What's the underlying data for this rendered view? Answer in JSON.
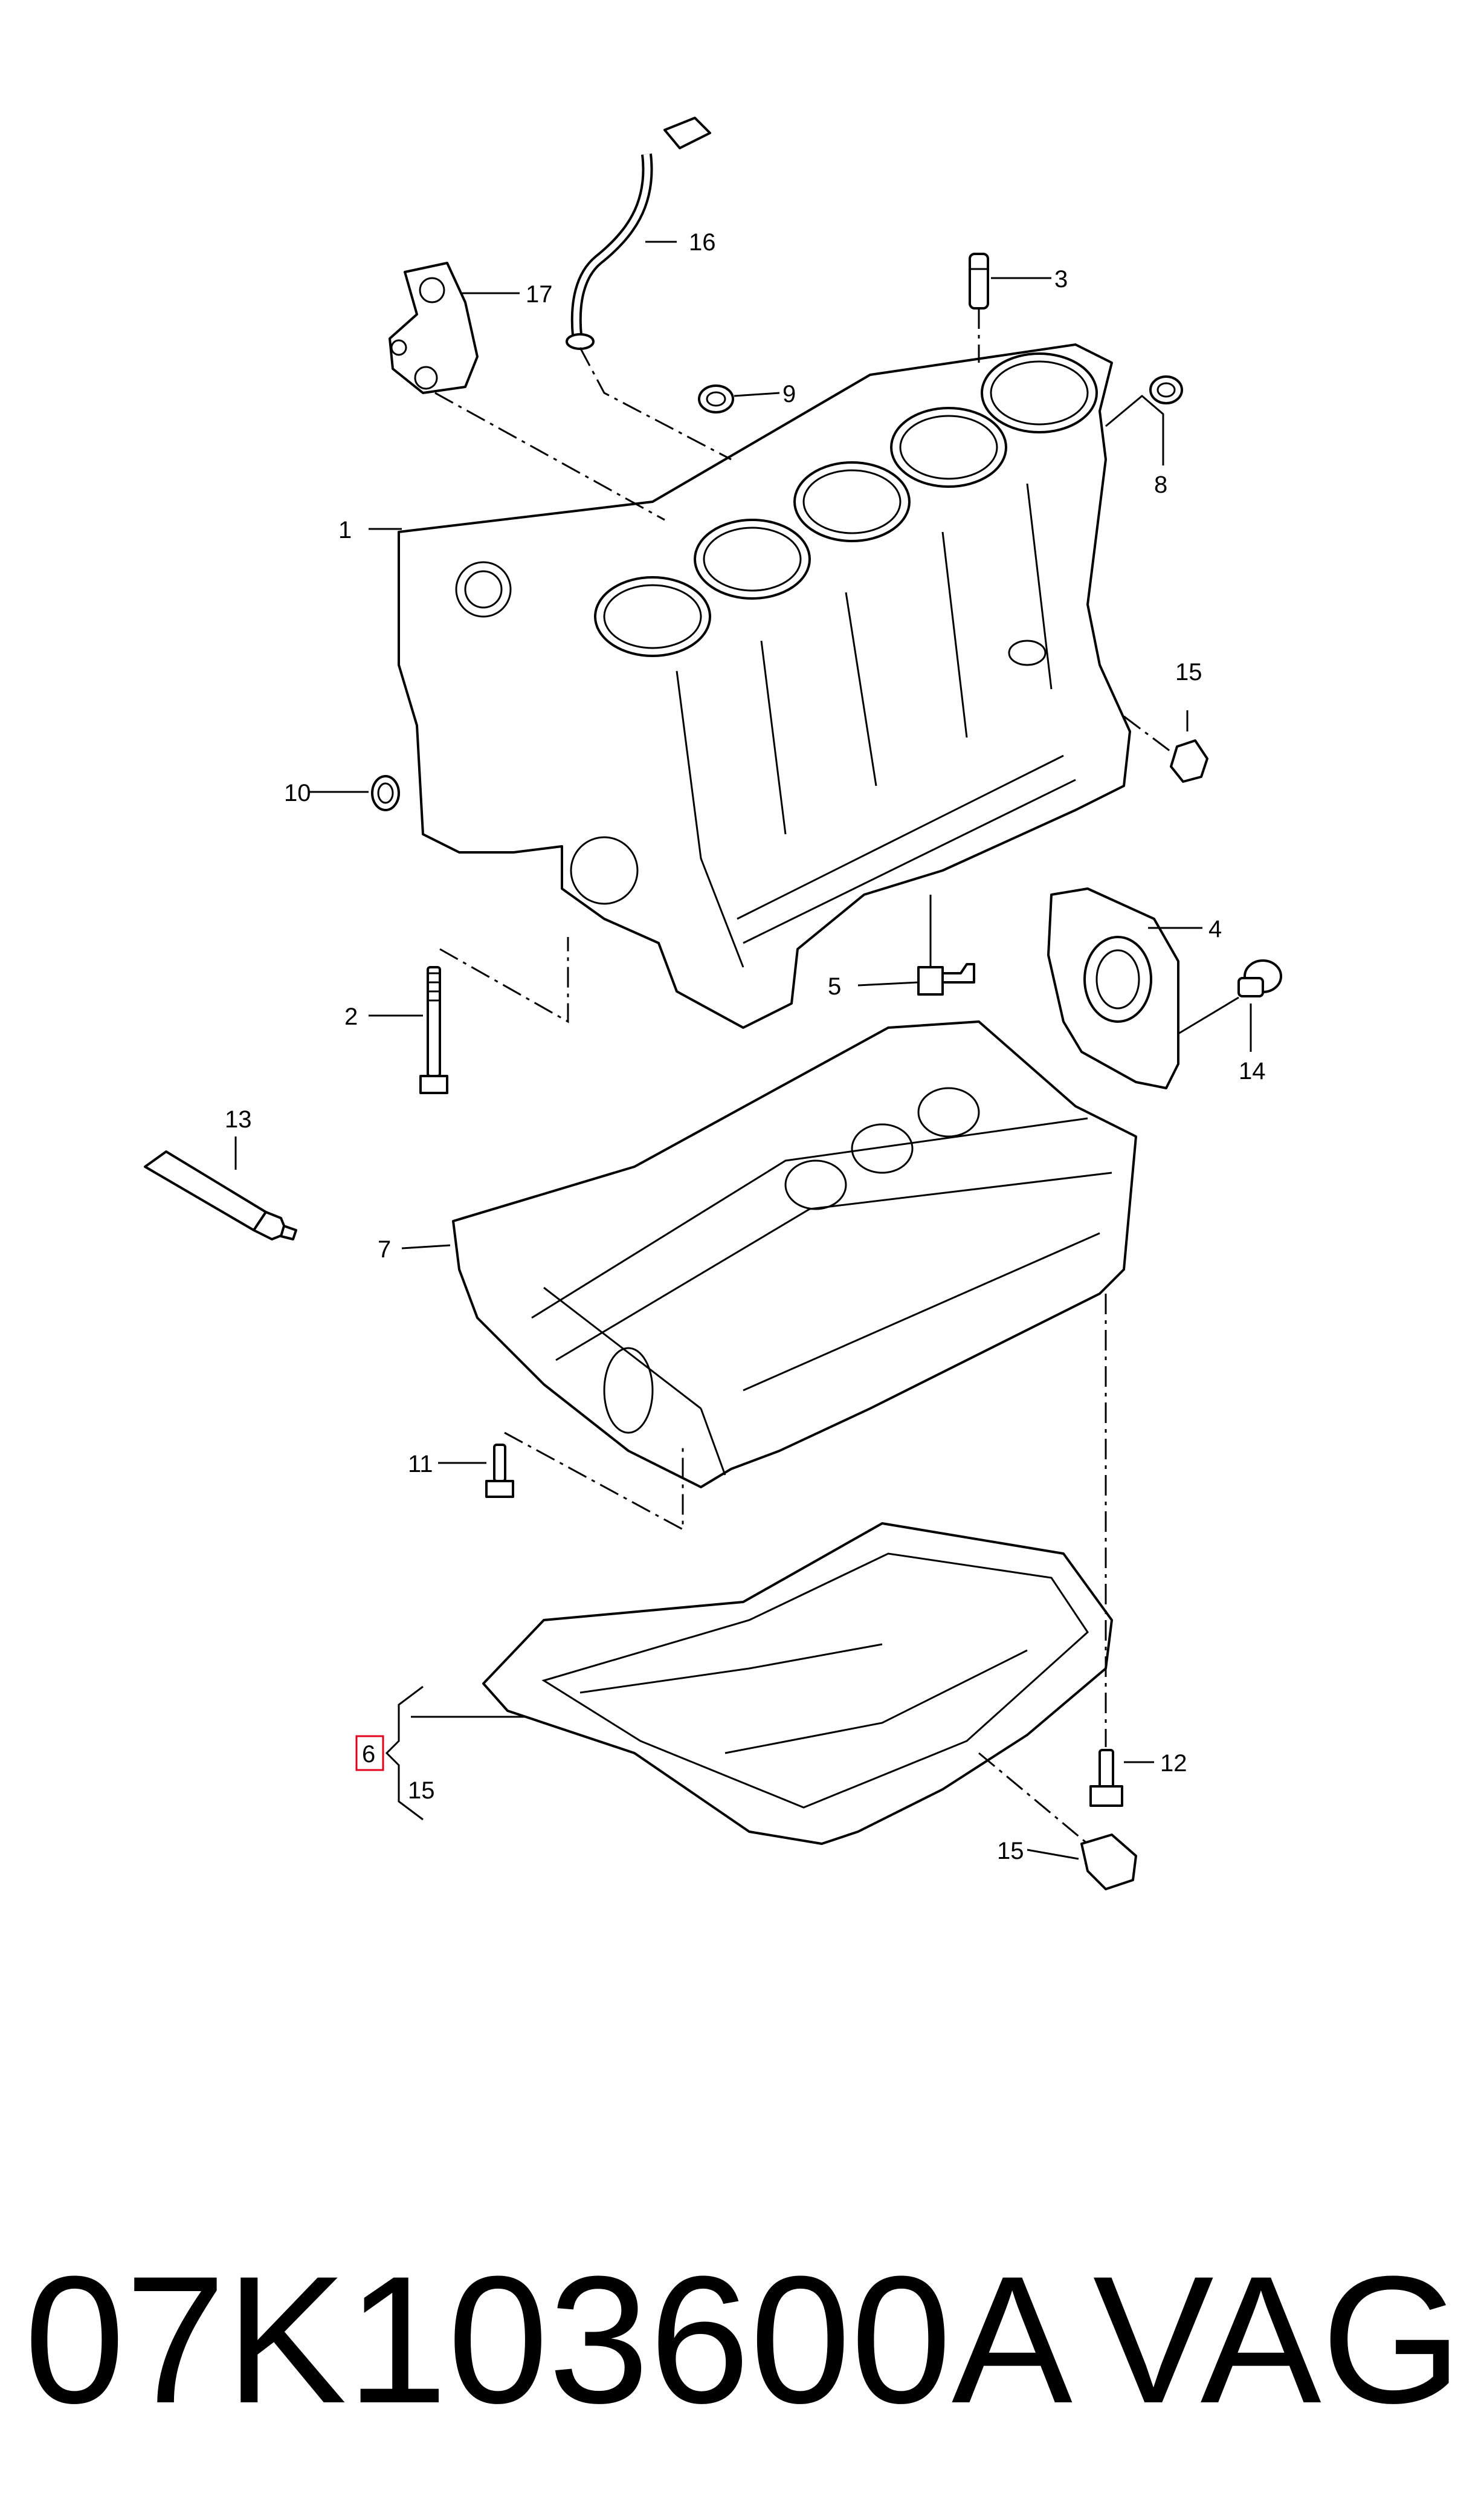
{
  "callouts": {
    "c1": "1",
    "c2": "2",
    "c3": "3",
    "c4": "4",
    "c5": "5",
    "c6": "6",
    "c7": "7",
    "c8": "8",
    "c9": "9",
    "c10": "10",
    "c11": "11",
    "c12": "12",
    "c13": "13",
    "c14": "14",
    "c15a": "15",
    "c15b": "15",
    "c15c": "15",
    "c16": "16",
    "c17": "17"
  },
  "footer": {
    "part_number": "07K103600A",
    "brand": "VAG"
  },
  "colors": {
    "highlight": "#e0001b",
    "ink": "#000000"
  }
}
